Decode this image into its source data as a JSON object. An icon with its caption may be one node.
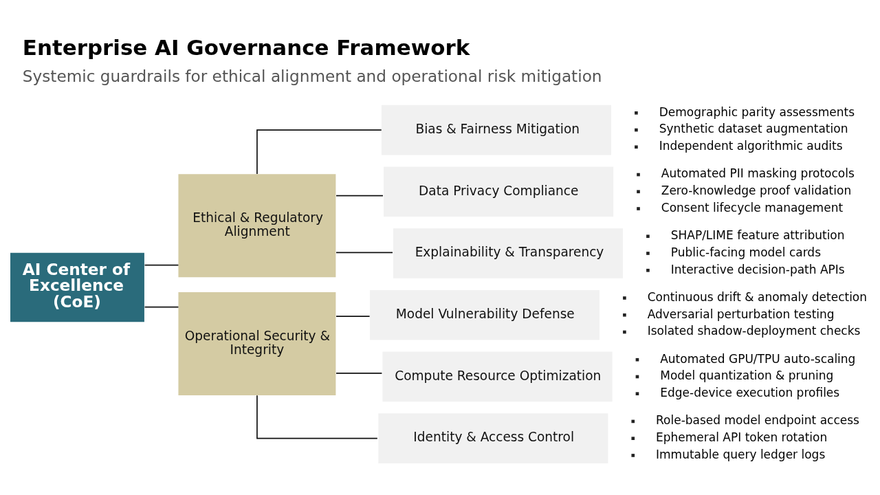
{
  "diagram": {
    "title": "Enterprise AI Governance Framework",
    "caption": "Systemic guardrails for ethical alignment and operational risk mitigation",
    "nodes": [
      {
        "text": [
          "AI Center of Excellence (CoE)"
        ]
      },
      {
        "text": [
          "Ethical & Regulatory Alignment"
        ]
      },
      {
        "text": [
          "Operational Security & Integrity"
        ]
      },
      {
        "text": [
          "Bias & Fairness Mitigation"
        ],
        "beside": [
          "Demographic parity assessments",
          "Synthetic dataset augmentation",
          "Independent algorithmic audits"
        ]
      },
      {
        "text": [
          "Data Privacy Compliance"
        ],
        "beside": [
          "Automated PII masking protocols",
          "Zero-knowledge proof validation",
          "Consent lifecycle management"
        ]
      },
      {
        "text": [
          "Explainability & Transparency"
        ],
        "beside": [
          "SHAP/LIME feature attribution",
          "Public-facing model cards",
          "Interactive decision-path APIs"
        ]
      },
      {
        "text": [
          "Model Vulnerability Defense"
        ],
        "beside": [
          "Continuous drift & anomaly detection",
          "Adversarial perturbation testing",
          "Isolated shadow-deployment checks"
        ]
      },
      {
        "text": [
          "Compute Resource Optimization"
        ],
        "beside": [
          "Automated GPU/TPU auto-scaling",
          "Model quantization & pruning",
          "Edge-device execution profiles"
        ]
      },
      {
        "text": [
          "Identity & Access Control"
        ],
        "beside": [
          "Role-based model endpoint access",
          "Ephemeral API token rotation",
          "Immutable query ledger logs"
        ]
      }
    ],
    "edges": [
      {
        "from": 0,
        "to": 1,
        "arrow": "none"
      },
      {
        "from": 0,
        "to": 2,
        "arrow": "none"
      },
      {
        "from": 1,
        "to": 3,
        "arrow": "none"
      },
      {
        "from": 1,
        "to": 4,
        "arrow": "none"
      },
      {
        "from": 1,
        "to": 5,
        "arrow": "none"
      },
      {
        "from": 2,
        "to": 6,
        "arrow": "none"
      },
      {
        "from": 2,
        "to": 7,
        "arrow": "none"
      },
      {
        "from": 2,
        "to": 8,
        "arrow": "none"
      }
    ]
  }
}
